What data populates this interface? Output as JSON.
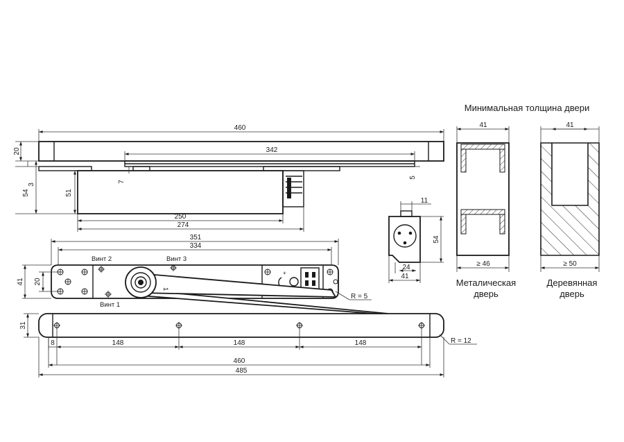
{
  "title": "Минимальная толщина двери",
  "colors": {
    "line": "#1a1a1a",
    "background": "#ffffff"
  },
  "dims": {
    "top_460": "460",
    "top_342": "342",
    "top_20": "20",
    "top_3": "3",
    "top_54": "54",
    "top_51": "51",
    "top_7": "7",
    "top_5": "5",
    "top_250": "250",
    "top_274": "274",
    "side_11": "11",
    "side_54": "54",
    "side_24": "24",
    "side_41": "41",
    "plate_351": "351",
    "plate_334": "334",
    "plate_41": "41",
    "plate_20": "20",
    "r5": "R = 5",
    "arm_31": "31",
    "arm_8": "8",
    "arm_148a": "148",
    "arm_148b": "148",
    "arm_148c": "148",
    "arm_460": "460",
    "arm_485": "485",
    "r12": "R = 12",
    "metal_41": "41",
    "metal_46": "≥ 46",
    "wood_41": "41",
    "wood_50": "≥ 50"
  },
  "labels": {
    "vint1": "Винт 1",
    "vint2": "Винт 2",
    "vint3": "Винт 3",
    "arm_mark": "1"
  },
  "captions": {
    "metal_line1": "Металическая",
    "metal_line2": "дверь",
    "wood_line1": "Деревянная",
    "wood_line2": "дверь"
  }
}
